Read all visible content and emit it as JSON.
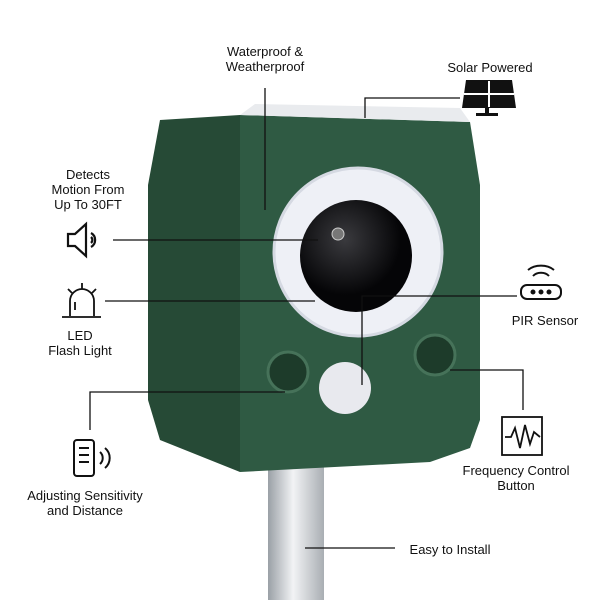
{
  "features": {
    "waterproof": {
      "line1": "Waterproof &",
      "line2": "Weatherproof"
    },
    "solar": {
      "label": "Solar Powered",
      "icon": "solar-panel-icon"
    },
    "motion": {
      "line1": "Detects",
      "line2": "Motion From",
      "line3": "Up To 30FT",
      "icon": "speaker-icon"
    },
    "led": {
      "line1": "LED",
      "line2": "Flash Light",
      "icon": "alarm-light-icon"
    },
    "pir": {
      "label": "PIR Sensor",
      "icon": "sensor-icon"
    },
    "sensitivity": {
      "line1": "Adjusting Sensitivity",
      "line2": "and Distance",
      "icon": "dial-icon"
    },
    "frequency": {
      "line1": "Frequency Control",
      "line2": "Button",
      "icon": "waveform-icon"
    },
    "install": {
      "label": "Easy to Install"
    }
  },
  "colors": {
    "body": "#2f5a43",
    "ring": "#eef0f6",
    "lens": "#111"
  }
}
